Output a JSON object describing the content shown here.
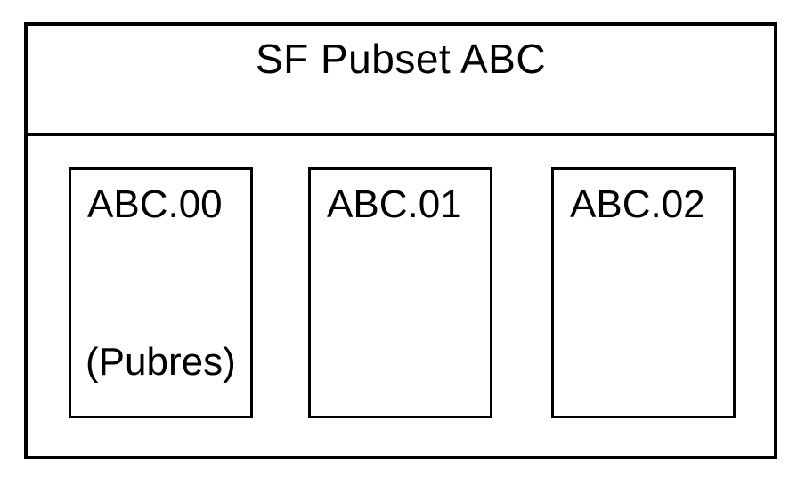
{
  "diagram": {
    "title": "SF Pubset ABC",
    "volumes": [
      {
        "label": "ABC.00",
        "sublabel": "(Pubres)"
      },
      {
        "label": "ABC.01",
        "sublabel": ""
      },
      {
        "label": "ABC.02",
        "sublabel": ""
      }
    ],
    "colors": {
      "border": "#000000",
      "text": "#000000",
      "background": "#ffffff"
    }
  }
}
